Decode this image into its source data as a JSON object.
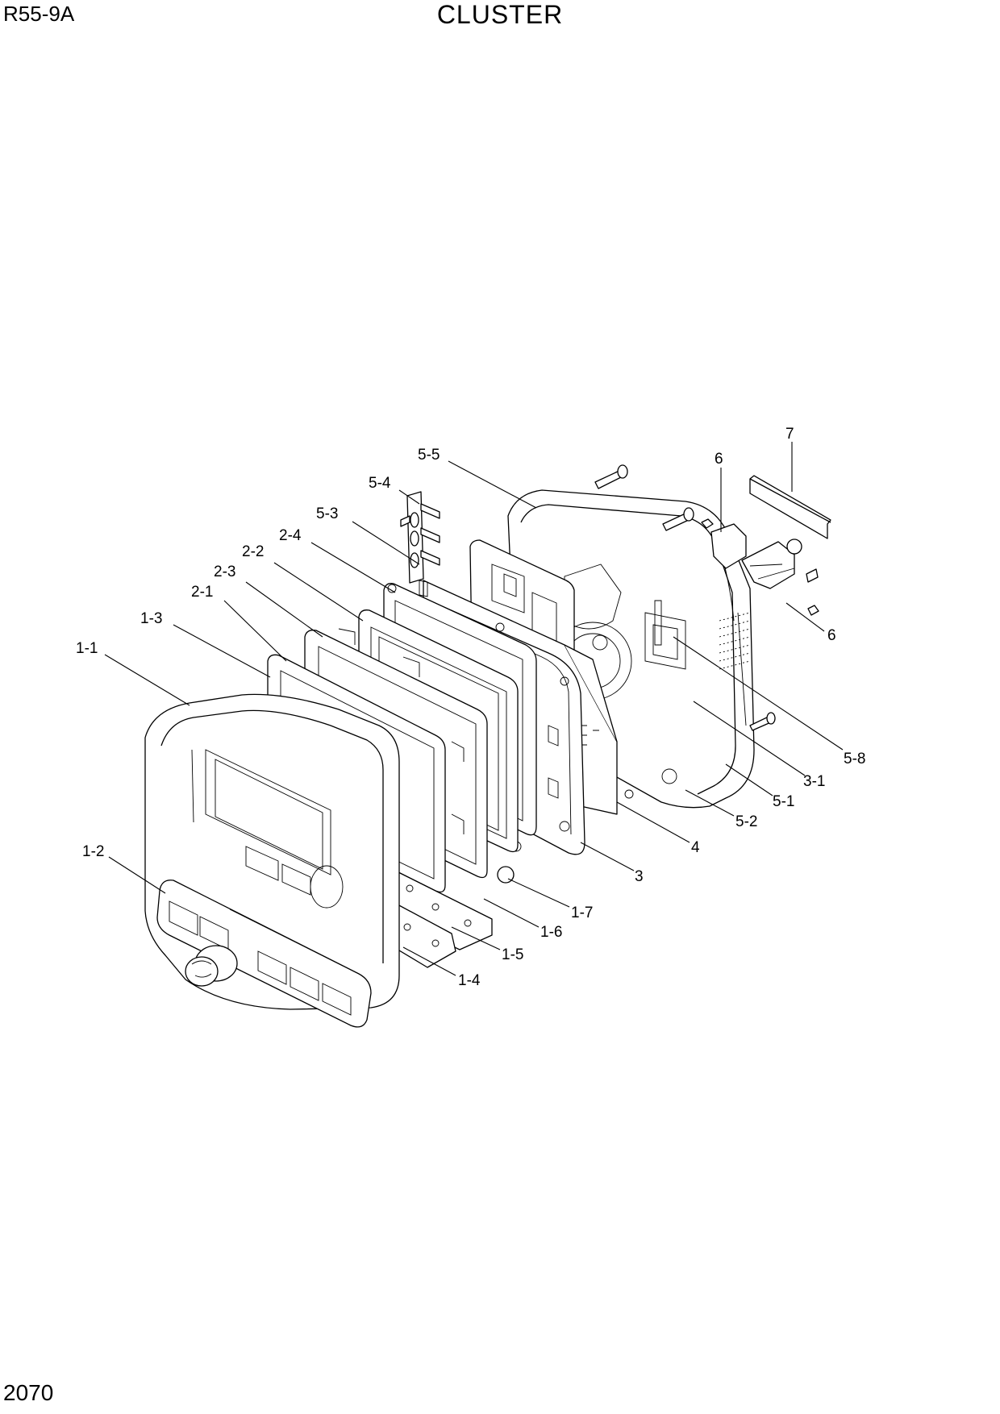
{
  "header": {
    "model": "R55-9A",
    "title": "CLUSTER"
  },
  "footer": {
    "page_number": "2070"
  },
  "callouts": [
    {
      "id": "c-7",
      "label": "7"
    },
    {
      "id": "c-6a",
      "label": "6"
    },
    {
      "id": "c-6b",
      "label": "6"
    },
    {
      "id": "c-5-5",
      "label": "5-5"
    },
    {
      "id": "c-5-4",
      "label": "5-4"
    },
    {
      "id": "c-5-3",
      "label": "5-3"
    },
    {
      "id": "c-2-4",
      "label": "2-4"
    },
    {
      "id": "c-2-2",
      "label": "2-2"
    },
    {
      "id": "c-2-3",
      "label": "2-3"
    },
    {
      "id": "c-2-1",
      "label": "2-1"
    },
    {
      "id": "c-1-3",
      "label": "1-3"
    },
    {
      "id": "c-1-1",
      "label": "1-1"
    },
    {
      "id": "c-5-8",
      "label": "5-8"
    },
    {
      "id": "c-3-1",
      "label": "3-1"
    },
    {
      "id": "c-5-1",
      "label": "5-1"
    },
    {
      "id": "c-5-2",
      "label": "5-2"
    },
    {
      "id": "c-4",
      "label": "4"
    },
    {
      "id": "c-3",
      "label": "3"
    },
    {
      "id": "c-1-7",
      "label": "1-7"
    },
    {
      "id": "c-1-6",
      "label": "1-6"
    },
    {
      "id": "c-1-5",
      "label": "1-5"
    },
    {
      "id": "c-1-4",
      "label": "1-4"
    },
    {
      "id": "c-1-2",
      "label": "1-2"
    }
  ]
}
